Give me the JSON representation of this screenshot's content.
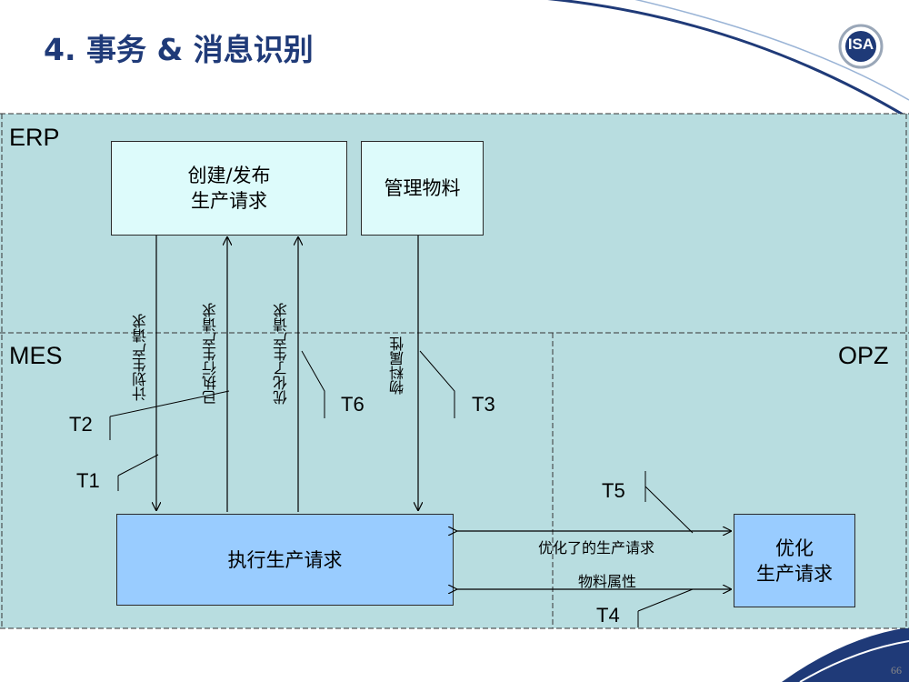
{
  "slide": {
    "title": "4. 事务 & 消息识别",
    "page_number": "66"
  },
  "logo": {
    "text": "ISA"
  },
  "zones": {
    "erp": "ERP",
    "mes": "MES",
    "opz": "OPZ"
  },
  "boxes": {
    "create_release": [
      "创建/发布",
      "生产请求"
    ],
    "manage_material": "管理物料",
    "execute": "执行生产请求",
    "optimize": [
      "优化",
      "生产请求"
    ]
  },
  "flows": {
    "planned": "计划生产请求",
    "executed": "已执行生产请求",
    "optimized": "优化了生产请求",
    "material_attr": "物料属性",
    "optimized_request": "优化了的生产请求",
    "material_property": "物料属性"
  },
  "transactions": {
    "t1": "T1",
    "t2": "T2",
    "t3": "T3",
    "t4": "T4",
    "t5": "T5",
    "t6": "T6"
  },
  "colors": {
    "title": "#1f3a78",
    "zone_fill": "#b8dde0",
    "light_box": "#ddfbfb",
    "blue_box": "#99ccff",
    "swoosh": "#1f3a78"
  }
}
